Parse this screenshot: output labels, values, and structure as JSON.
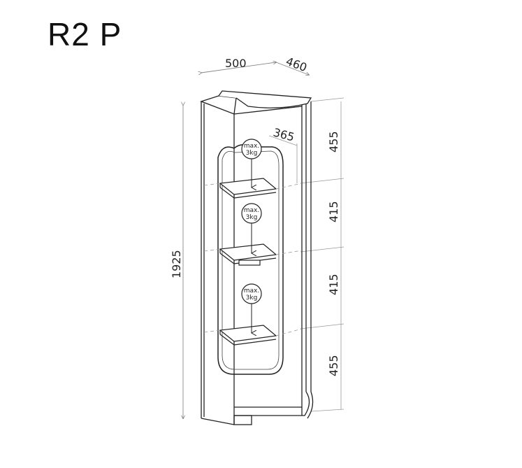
{
  "title": "R2 P",
  "dimensions": {
    "width": "500",
    "depth": "460",
    "height": "1925",
    "shelf_depth": "365",
    "sections": [
      "455",
      "415",
      "415",
      "455"
    ]
  },
  "load_labels": [
    {
      "line1": "max.",
      "line2": "3kg"
    },
    {
      "line1": "max.",
      "line2": "3kg"
    },
    {
      "line1": "max.",
      "line2": "3kg"
    }
  ]
}
